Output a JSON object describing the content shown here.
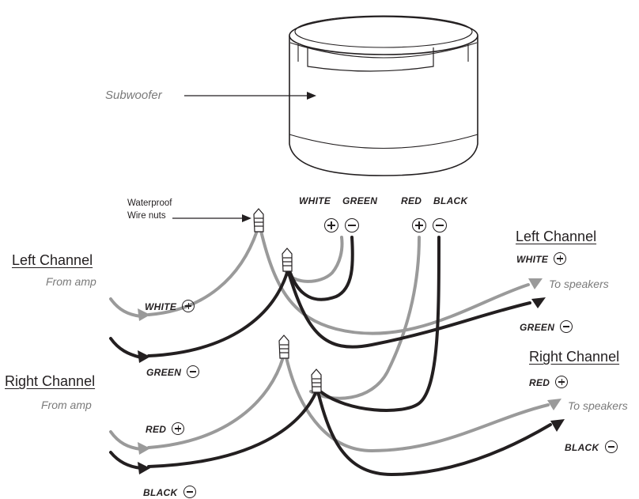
{
  "subwoofer": {
    "label": "Subwoofer"
  },
  "wire_nuts": {
    "label_line1": "Waterproof",
    "label_line2": "Wire nuts"
  },
  "terminals": {
    "white": "WHITE",
    "green": "GREEN",
    "red": "RED",
    "black": "BLACK"
  },
  "left_in": {
    "heading": "Left Channel",
    "source": "From amp",
    "positive": "WHITE",
    "negative": "GREEN"
  },
  "right_in": {
    "heading": "Right Channel",
    "source": "From amp",
    "positive": "RED",
    "negative": "BLACK"
  },
  "left_out": {
    "heading": "Left Channel",
    "positive": "WHITE",
    "destination": "To speakers",
    "negative": "GREEN"
  },
  "right_out": {
    "heading": "Right Channel",
    "positive": "RED",
    "destination": "To speakers",
    "negative": "BLACK"
  },
  "colors": {
    "grey_wire": "#9a9a9a",
    "black_wire": "#231f20",
    "ink": "#231f20"
  }
}
